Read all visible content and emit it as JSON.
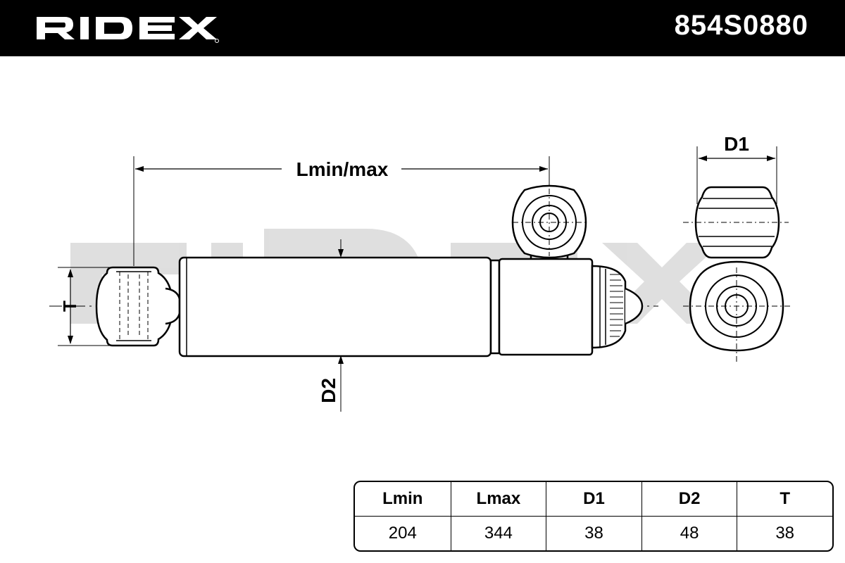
{
  "header": {
    "brand": "RIDEX",
    "part_number": "854S0880"
  },
  "drawing": {
    "labels": {
      "length": "Lmin/max",
      "d1": "D1",
      "d2": "D2",
      "t": "T"
    },
    "watermark": "RIDEX"
  },
  "specs": {
    "headers": [
      "Lmin",
      "Lmax",
      "D1",
      "D2",
      "T"
    ],
    "values": [
      "204",
      "344",
      "38",
      "48",
      "38"
    ]
  }
}
